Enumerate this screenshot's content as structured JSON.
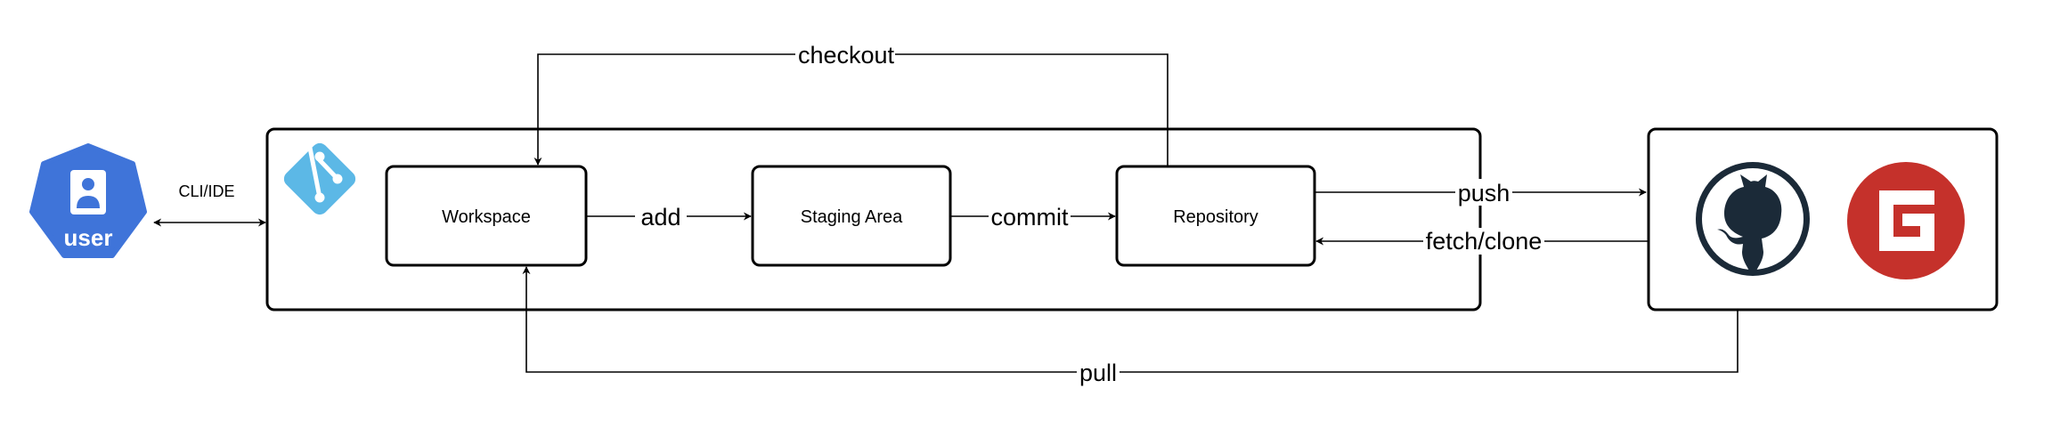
{
  "user": {
    "label": "user"
  },
  "interface": {
    "label": "CLI/IDE"
  },
  "local": {
    "workspace": "Workspace",
    "staging": "Staging Area",
    "repository": "Repository"
  },
  "remote": {
    "providers": [
      "github-icon",
      "gitee-icon"
    ]
  },
  "edges": {
    "add": "add",
    "commit": "commit",
    "checkout": "checkout",
    "push": "push",
    "fetch_clone": "fetch/clone",
    "pull": "pull"
  },
  "colors": {
    "user_badge": "#3f74d9",
    "git_logo": "#5cb8e6",
    "github": "#1b2a38",
    "gitee": "#c5312b"
  }
}
